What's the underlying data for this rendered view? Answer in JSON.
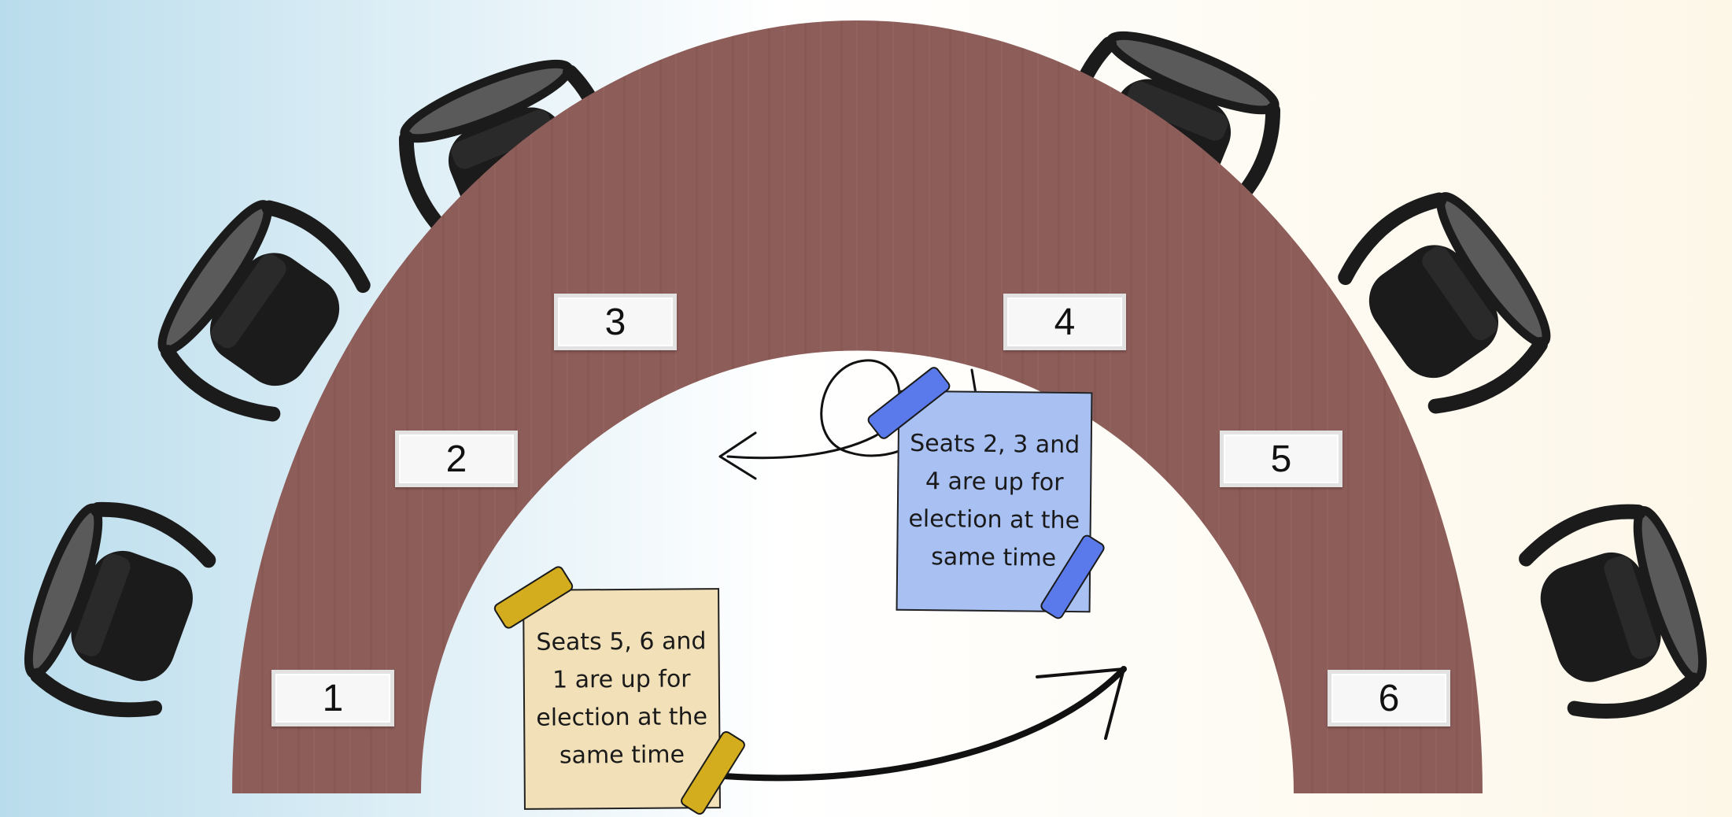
{
  "seats": [
    {
      "id": "seat-1",
      "label": "1"
    },
    {
      "id": "seat-2",
      "label": "2"
    },
    {
      "id": "seat-3",
      "label": "3"
    },
    {
      "id": "seat-4",
      "label": "4"
    },
    {
      "id": "seat-5",
      "label": "5"
    },
    {
      "id": "seat-6",
      "label": "6"
    }
  ],
  "notes": {
    "blue": {
      "text": "Seats 2, 3 and 4 are up for election at the same time",
      "color": "#a9c0f3",
      "tape_color": "#5a79ea"
    },
    "yellow": {
      "text": "Seats 5, 6 and 1 are up for election at the same time",
      "color": "#f1e0b8",
      "tape_color": "#d3ad1d"
    }
  },
  "colors": {
    "table": "#8d5d5a",
    "background_left": "#b9dcec",
    "background_center": "#ffffff",
    "background_right": "#fdf7e8",
    "chair": "#1b1b1b"
  },
  "icons": [
    "office-chair-icon",
    "curved-arrow-icon",
    "loop-arrow-icon",
    "tape-icon"
  ]
}
